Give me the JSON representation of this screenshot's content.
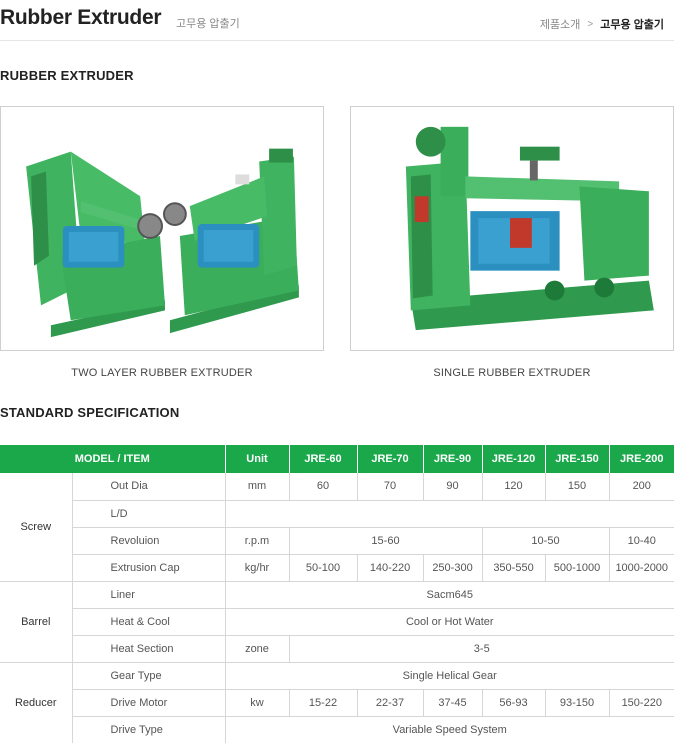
{
  "header": {
    "title": "Rubber Extruder",
    "subtitle": "고무용 압출기",
    "breadcrumb": {
      "parent": "제품소개",
      "separator": ">",
      "current": "고무용 압출기"
    }
  },
  "sections": {
    "products_heading": "RUBBER EXTRUDER",
    "spec_heading": "STANDARD SPECIFICATION"
  },
  "products": [
    {
      "caption": "TWO LAYER RUBBER EXTRUDER"
    },
    {
      "caption": "SINGLE RUBBER EXTRUDER"
    }
  ],
  "colors": {
    "accent_green": "#1aa84b",
    "machine_green": "#3fb360",
    "motor_blue": "#2b8fc0"
  },
  "table": {
    "headers": [
      "MODEL / ITEM",
      "Unit",
      "JRE-60",
      "JRE-70",
      "JRE-90",
      "JRE-120",
      "JRE-150",
      "JRE-200"
    ],
    "groups": {
      "screw": "Screw",
      "barrel": "Barrel",
      "reducer": "Reducer"
    },
    "rows": {
      "out_dia": {
        "item": "Out Dia",
        "unit": "mm",
        "values": [
          "60",
          "70",
          "90",
          "120",
          "150",
          "200"
        ]
      },
      "ld": {
        "item": "L/D",
        "unit": "",
        "values": []
      },
      "revolution": {
        "item": "Revoluion",
        "unit": "r.p.m",
        "values": [
          "15-60",
          "10-50",
          "10-40"
        ]
      },
      "extrusion_cap": {
        "item": "Extrusion Cap",
        "unit": "kg/hr",
        "values": [
          "50-100",
          "140-220",
          "250-300",
          "350-550",
          "500-1000",
          "1000-2000"
        ]
      },
      "liner": {
        "item": "Liner",
        "value": "Sacm645"
      },
      "heat_cool": {
        "item": "Heat & Cool",
        "value": "Cool or Hot Water"
      },
      "heat_section": {
        "item": "Heat Section",
        "unit": "zone",
        "value": "3-5"
      },
      "gear_type": {
        "item": "Gear Type",
        "value": "Single Helical Gear"
      },
      "drive_motor": {
        "item": "Drive Motor",
        "unit": "kw",
        "values": [
          "15-22",
          "22-37",
          "37-45",
          "56-93",
          "93-150",
          "150-220"
        ]
      },
      "drive_type": {
        "item": "Drive Type",
        "value": "Variable Speed System"
      }
    }
  }
}
